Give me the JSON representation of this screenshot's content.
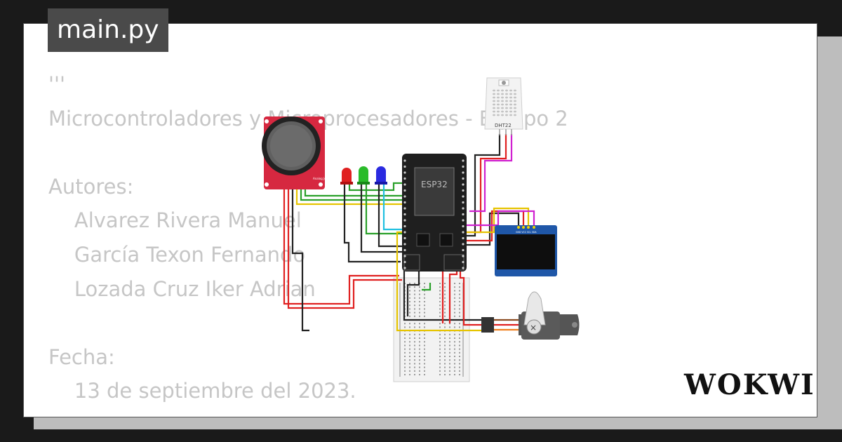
{
  "file": {
    "name": "main.py"
  },
  "code_lines": [
    "'''",
    "Microcontroladores y Microprocesadores - Equipo 2",
    "",
    "Autores:",
    "    Alvarez Rivera Manuel",
    "    García Texon Fernando",
    "    Lozada Cruz Iker Adrian",
    "",
    "Fecha:",
    "    13 de septiembre del 2023.",
    "'''"
  ],
  "circuit": {
    "mcu_label": "ESP32",
    "sensor_label": "DHT22",
    "joystick_label": "Analog Joystick",
    "oled_pins": "GND VCC SCL SDA"
  },
  "brand": {
    "logo": "WOKWI"
  },
  "colors": {
    "wire_red": "#e02020",
    "wire_black": "#222222",
    "wire_green": "#2aa02a",
    "wire_yellow": "#e6c400",
    "wire_magenta": "#d020d0",
    "wire_cyan": "#20c0e0",
    "wire_orange": "#f08020"
  }
}
